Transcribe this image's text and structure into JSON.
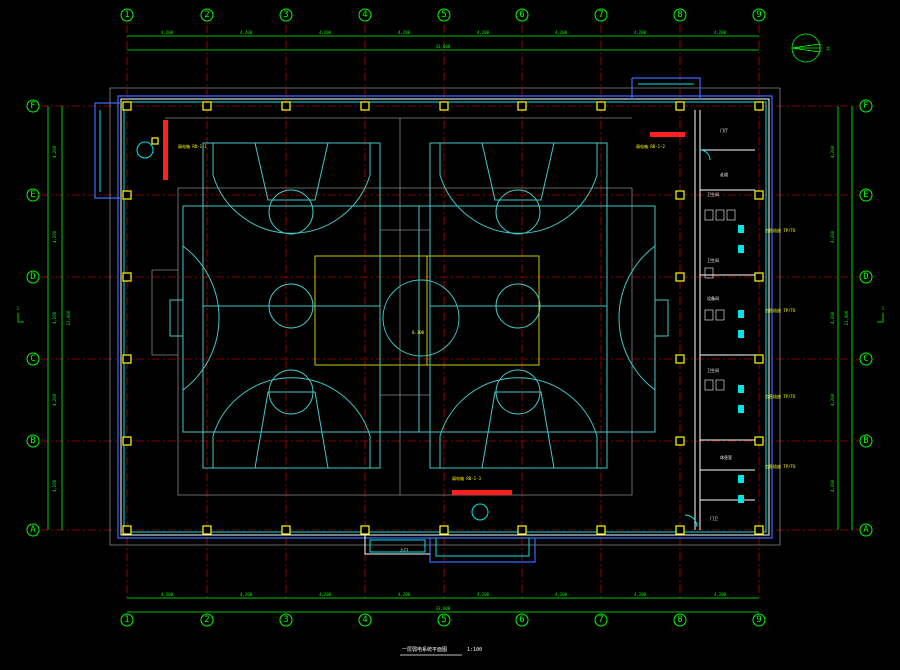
{
  "drawing": {
    "title": "一层弱电系统平面图",
    "scale": "1:100",
    "grid_cols": [
      "1",
      "2",
      "3",
      "4",
      "5",
      "6",
      "7",
      "8",
      "9"
    ],
    "grid_rows": [
      "F",
      "E",
      "D",
      "C",
      "B",
      "A"
    ],
    "top_dims": [
      "4,200",
      "4,200",
      "4,200",
      "4,200",
      "4,200",
      "4,200",
      "4,200",
      "4,200"
    ],
    "top_total": "33,600",
    "bottom_dims": [
      "4,200",
      "4,200",
      "4,200",
      "4,200",
      "4,200",
      "4,200",
      "4,200",
      "4,200"
    ],
    "bottom_total": "33,600",
    "left_dims": [
      "4,200",
      "4,200",
      "4,200",
      "4,200",
      "4,200"
    ],
    "left_total": "21,000",
    "right_dims": [
      "4,200",
      "4,200",
      "4,200",
      "4,200",
      "4,200"
    ],
    "right_total": "21,000",
    "north_label": "北",
    "section_mark_left": "1",
    "section_mark_right": "1",
    "entrance_label": "入口",
    "center_tag": "0.300",
    "rooms": [
      "门厅",
      "走道",
      "卫生间",
      "卫生间",
      "设备间",
      "卫生间",
      "休息室",
      "门卫"
    ],
    "equip_notes": {
      "nw": "弱电箱 RD-1-1",
      "ne": "弱电箱 RD-1-2",
      "s": "弱电箱 RD-1-3",
      "r1": "信息插座 TP/TO",
      "r2": "信息插座 TP/TO",
      "r3": "信息插座 TP/TO",
      "r4": "信息插座 TP/TO"
    }
  }
}
